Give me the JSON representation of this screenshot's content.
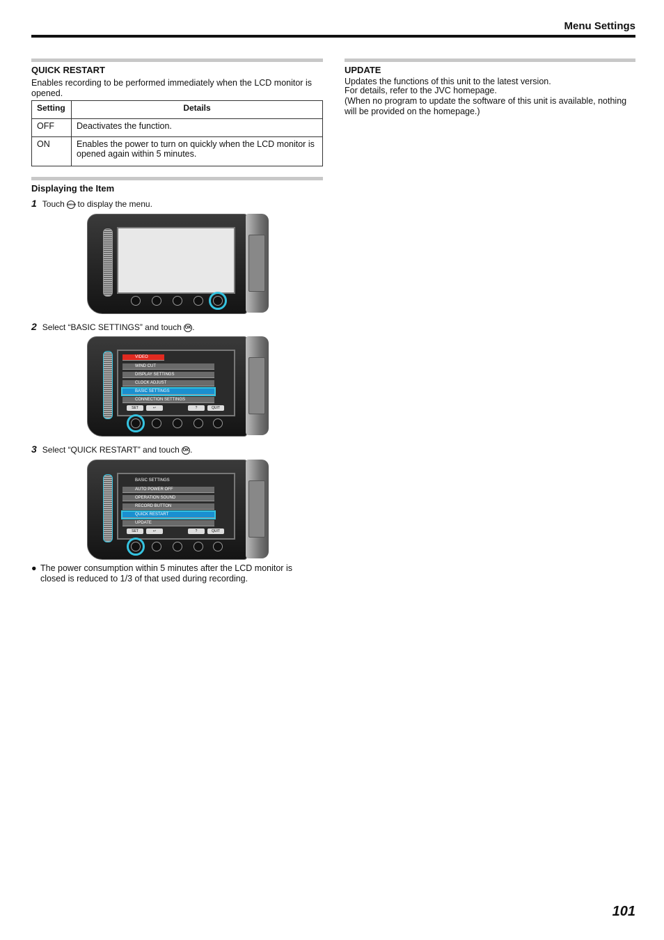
{
  "header": {
    "title": "Menu Settings"
  },
  "quick_restart": {
    "title": "QUICK RESTART",
    "description": "Enables recording to be performed immediately when the LCD monitor is opened.",
    "table": {
      "headers": [
        "Setting",
        "Details"
      ],
      "rows": [
        [
          "OFF",
          "Deactivates the function."
        ],
        [
          "ON",
          "Enables the power to turn on quickly when the LCD monitor is opened again within 5 minutes."
        ]
      ]
    }
  },
  "displaying": {
    "title": "Displaying the Item",
    "steps": [
      {
        "num": "1",
        "before": "Touch",
        "icon": "menu-glyph",
        "glyph": "MENU",
        "after": "to display the menu."
      },
      {
        "num": "2",
        "before": "Select “BASIC SETTINGS” and touch",
        "icon": "ok-glyph",
        "glyph": "OK",
        "after": "."
      },
      {
        "num": "3",
        "before": "Select “QUICK RESTART” and touch",
        "icon": "ok-glyph",
        "glyph": "OK",
        "after": "."
      }
    ],
    "screen2_menu": {
      "tab": "VIDEO",
      "items": [
        "WIND CUT",
        "DISPLAY SETTINGS",
        "CLOCK ADJUST",
        "BASIC SETTINGS",
        "CONNECTION SETTINGS"
      ],
      "selected": "BASIC SETTINGS",
      "buttons": [
        "SET",
        "↩",
        "?",
        "QUIT"
      ]
    },
    "screen3_menu": {
      "header": "BASIC SETTINGS",
      "items": [
        "AUTO POWER OFF",
        "OPERATION SOUND",
        "RECORD BUTTON",
        "QUICK RESTART",
        "UPDATE"
      ],
      "selected": "QUICK RESTART",
      "buttons": [
        "SET",
        "↩",
        "?",
        "QUIT"
      ]
    },
    "note": "The power consumption within 5 minutes after the LCD monitor is closed is reduced to 1/3 of that used during recording."
  },
  "update": {
    "title": "UPDATE",
    "line1": "Updates the functions of this unit to the latest version.",
    "line2": "For details, refer to the JVC homepage.",
    "line3": "(When no program to update the software of this unit is available, nothing will be provided on the homepage.)"
  },
  "page_number": "101"
}
